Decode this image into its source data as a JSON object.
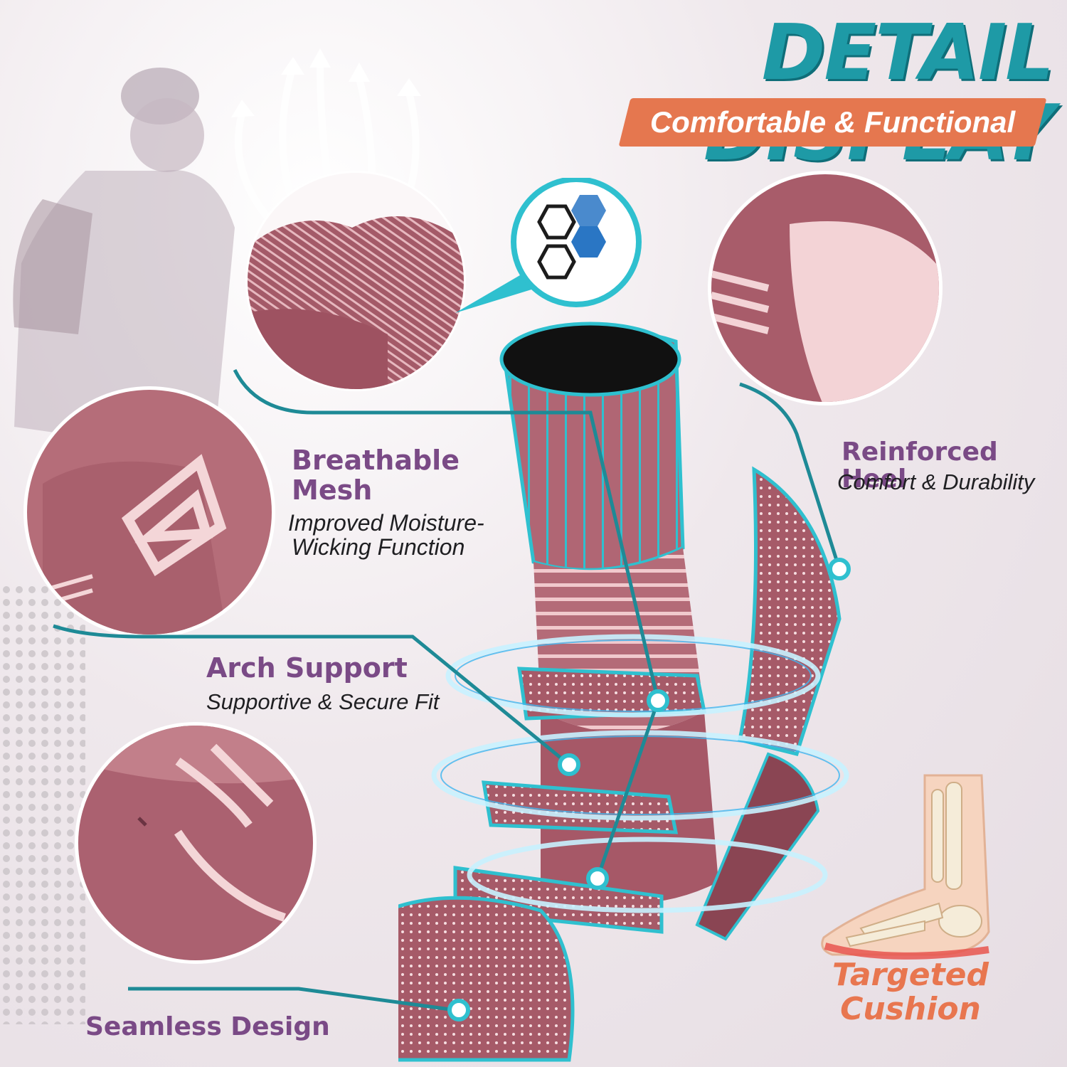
{
  "header": {
    "title": "DETAIL DISPLAY",
    "subtitle": "Comfortable & Functional"
  },
  "features": {
    "breathable": {
      "title_line1": "Breathable",
      "title_line2": "Mesh",
      "desc_line1": "Improved Moisture-",
      "desc_line2": "Wicking Function"
    },
    "heel": {
      "title": "Reinforced Heel",
      "desc": "Comfort & Durability"
    },
    "arch": {
      "title": "Arch Support",
      "desc": "Supportive & Secure Fit"
    },
    "seamless": {
      "title": "Seamless Design"
    },
    "cushion": {
      "line1": "Targeted",
      "line2": "Cushion"
    }
  },
  "colors": {
    "teal": "#1e9aa6",
    "orange": "#e5774f",
    "purple": "#7a4a86",
    "sock": "#a85c6a",
    "sock_light": "#f2cfd3"
  },
  "icons": {
    "honeycomb": "honeycomb-mesh-icon",
    "airflow": "airflow-arrows-icon",
    "foot": "foot-skeleton-icon"
  }
}
